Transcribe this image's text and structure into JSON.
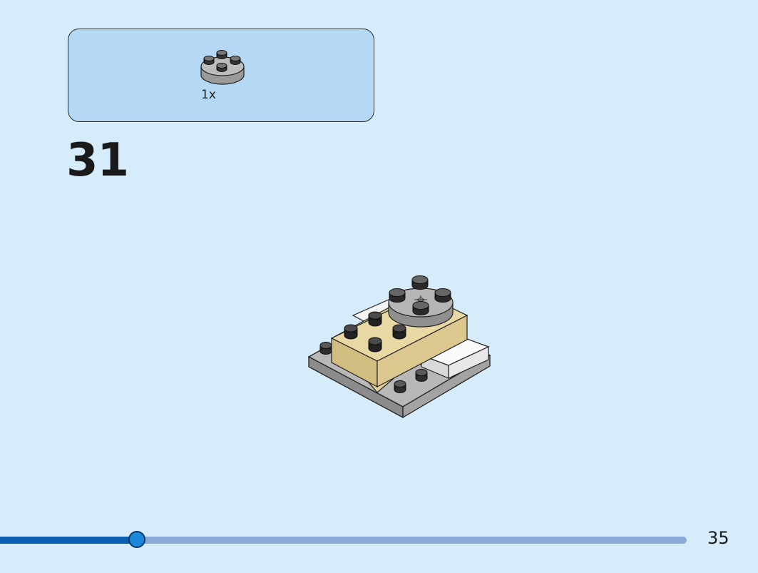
{
  "parts_callout": {
    "part_icon": "round-plate-2x2-gray-icon",
    "quantity": "1x"
  },
  "step": {
    "number": "31"
  },
  "model": {
    "icon": "lego-build-assembly-icon"
  },
  "progress": {
    "fraction": 0.198,
    "fill_color": "#0a5fb0",
    "track_color": "#8aaad8"
  },
  "page": {
    "number": "35",
    "background": "#d7ecfb"
  }
}
